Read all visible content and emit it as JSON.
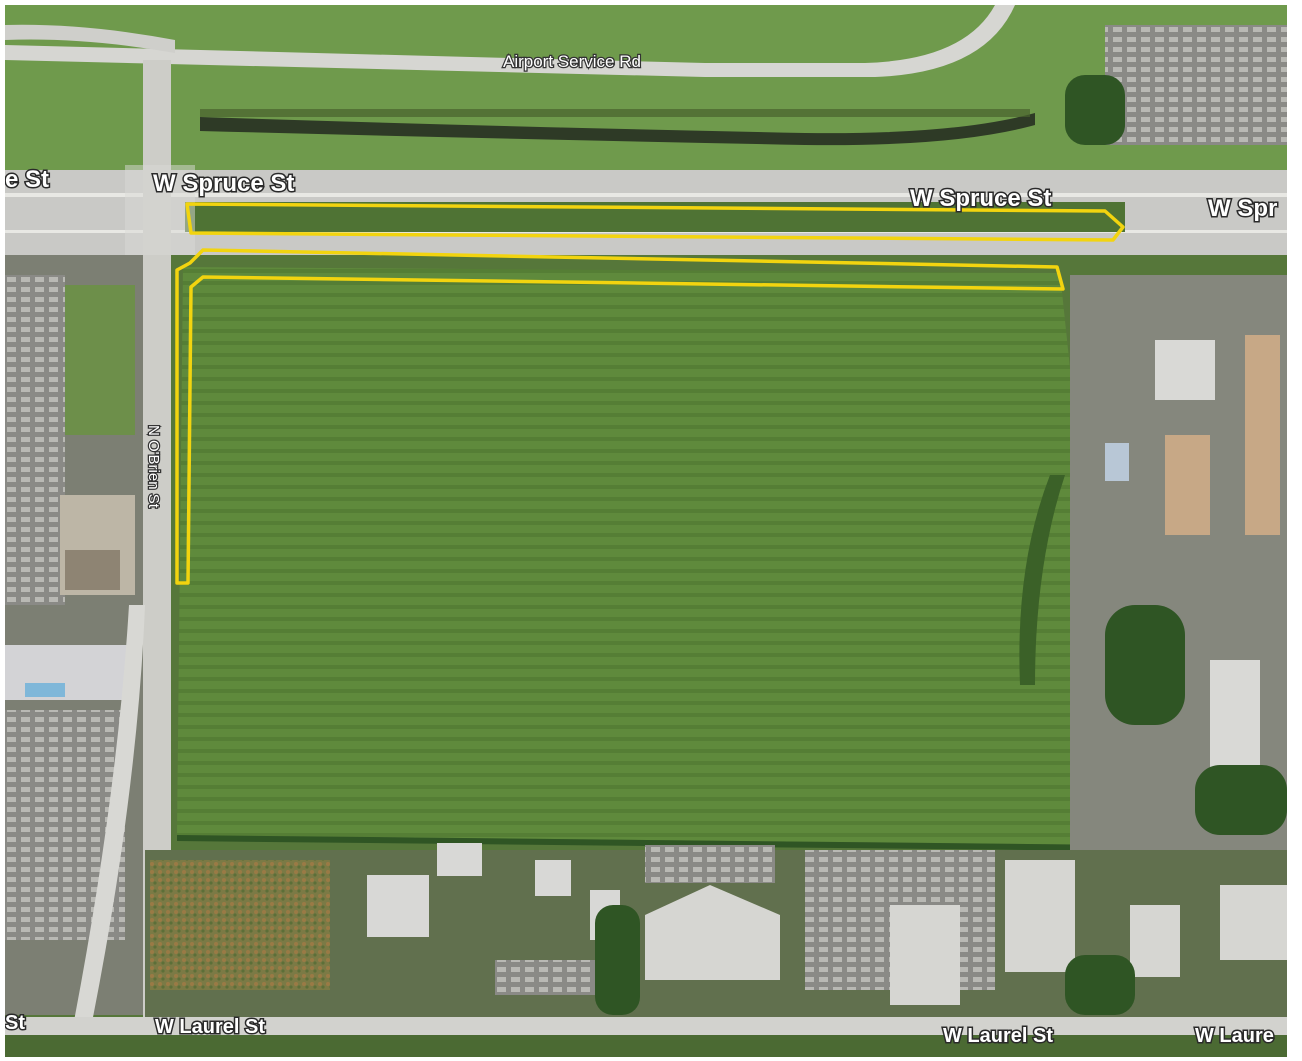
{
  "map": {
    "street_labels": {
      "airport_service_rd": "Airport Service Rd",
      "w_spruce_st_left_cut": "e St",
      "w_spruce_st_main": "W Spruce St",
      "w_spruce_st_right": "W Spruce St",
      "w_spruce_st_right_cut": "W Spr",
      "n_o_brien_st": "N O'Brien St",
      "w_laurel_st_left_cut": "St",
      "w_laurel_st_main": "W Laurel St",
      "w_laurel_st_right": "W Laurel St",
      "w_laurel_st_right_cut": "W Laure"
    },
    "colors": {
      "parcel_outline": "#f2d40f",
      "field_green": "#5e8a3a",
      "road": "#cfcfcf",
      "canal": "#2e3a26",
      "building_roof": "#d9d9d6",
      "parking": "#8a8a86",
      "tree": "#2f5524"
    }
  }
}
